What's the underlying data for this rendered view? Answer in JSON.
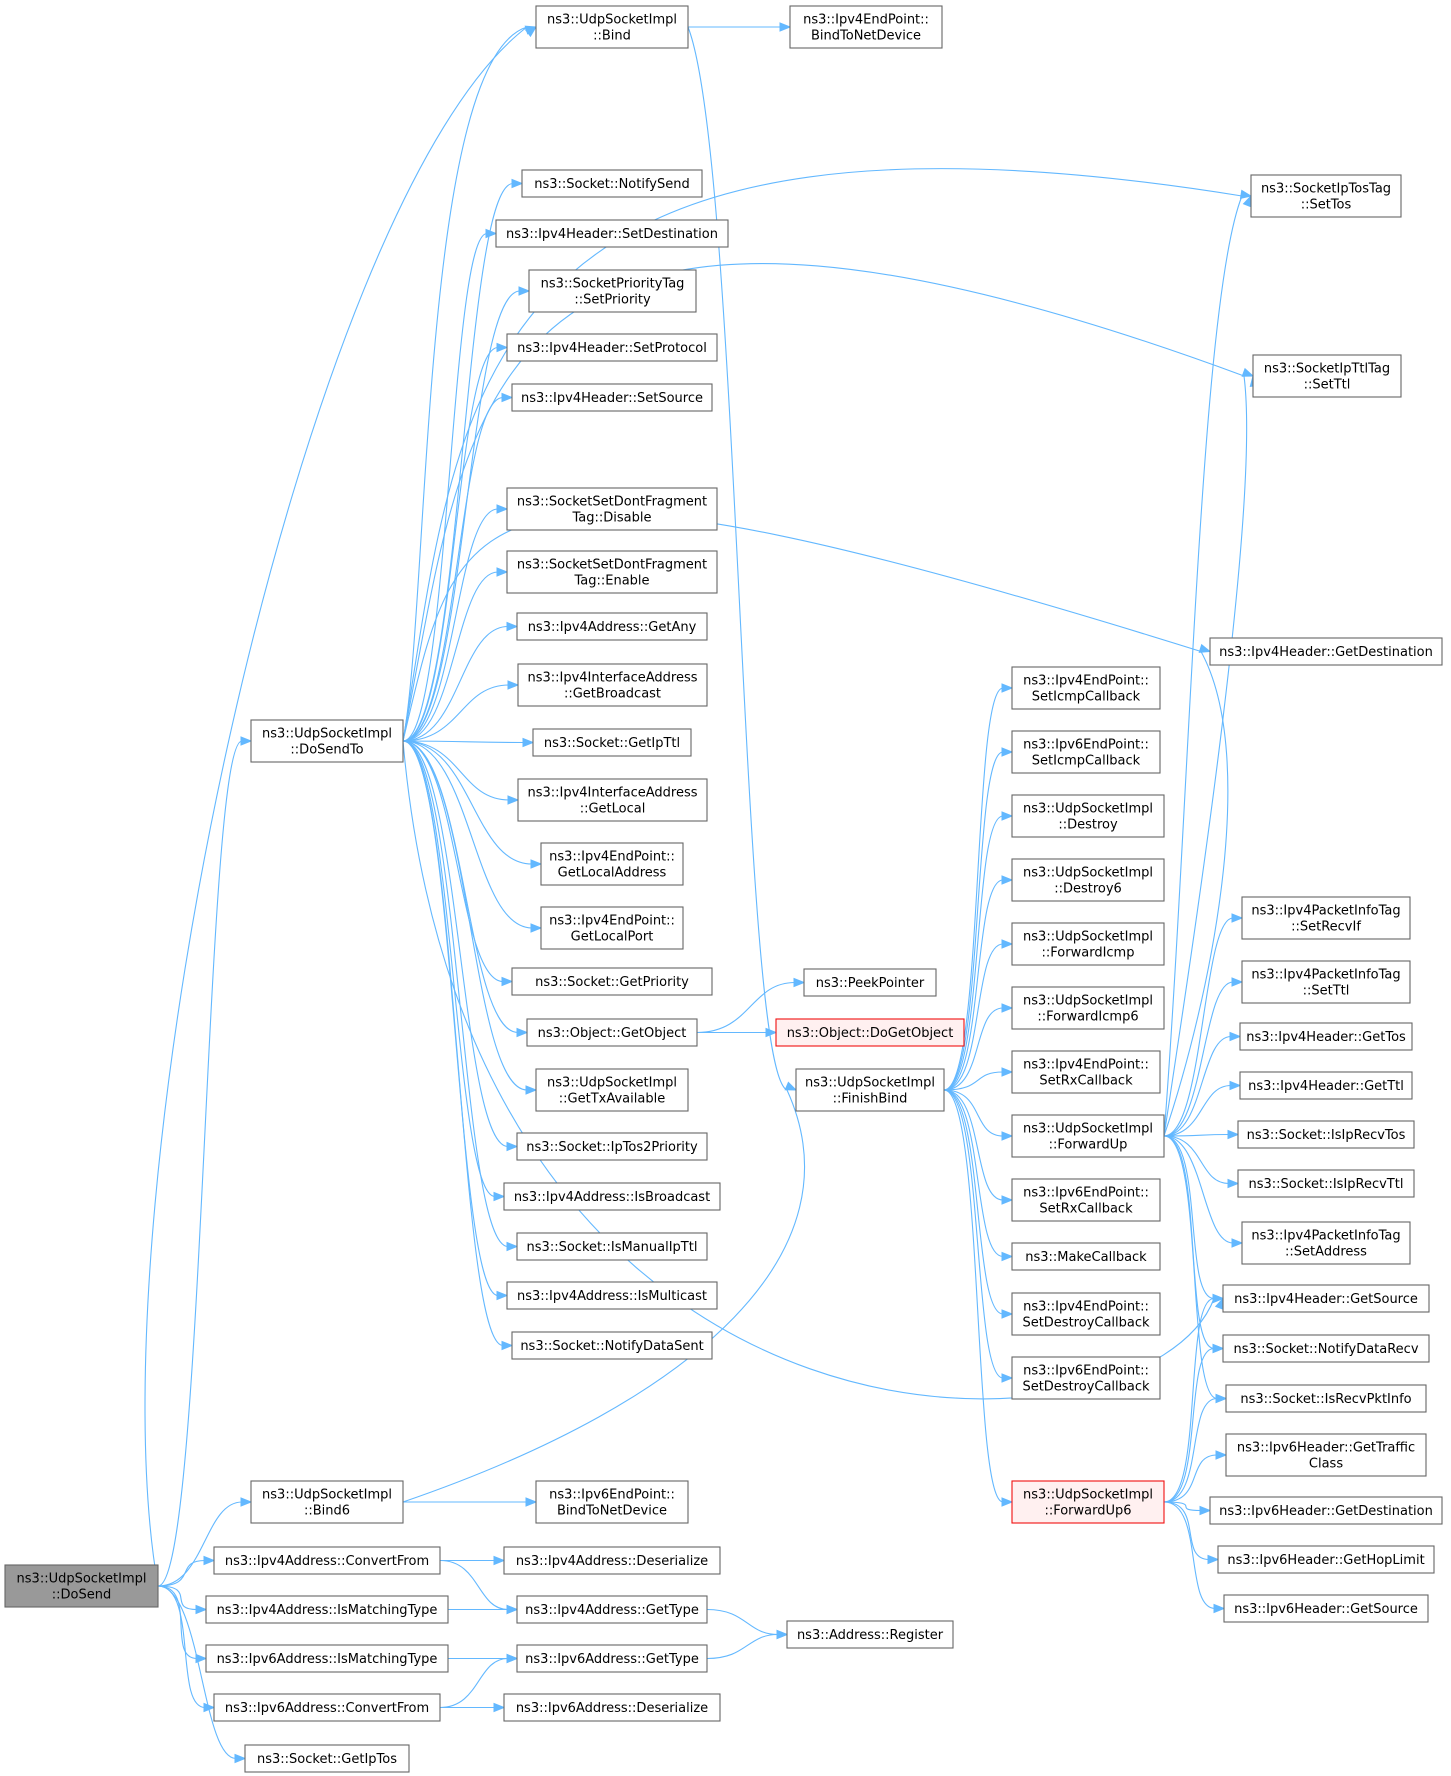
{
  "colors": {
    "edge": "#63b8ff",
    "node_border": "#666666",
    "highlight_red": "#f01010",
    "root_fill": "#999999"
  },
  "nodes": {
    "dosend": [
      "ns3::UdpSocketImpl",
      "::DoSend"
    ],
    "bind": [
      "ns3::UdpSocketImpl",
      "::Bind"
    ],
    "ep4_bindtonetdev": [
      "ns3::Ipv4EndPoint::",
      "BindToNetDevice"
    ],
    "dosendto": [
      "ns3::UdpSocketImpl",
      "::DoSendTo"
    ],
    "notifysend": [
      "ns3::Socket::NotifySend"
    ],
    "ipv4h_setdest": [
      "ns3::Ipv4Header::SetDestination"
    ],
    "sockprio_setprio": [
      "ns3::SocketPriorityTag",
      "::SetPriority"
    ],
    "ipv4h_setproto": [
      "ns3::Ipv4Header::SetProtocol"
    ],
    "ipv4h_setsrc": [
      "ns3::Ipv4Header::SetSource"
    ],
    "dontfrag_disable": [
      "ns3::SocketSetDontFragment",
      "Tag::Disable"
    ],
    "dontfrag_enable": [
      "ns3::SocketSetDontFragment",
      "Tag::Enable"
    ],
    "ipv4a_getany": [
      "ns3::Ipv4Address::GetAny"
    ],
    "ifaddr_getbcast": [
      "ns3::Ipv4InterfaceAddress",
      "::GetBroadcast"
    ],
    "sock_getipttl": [
      "ns3::Socket::GetIpTtl"
    ],
    "ifaddr_getlocal": [
      "ns3::Ipv4InterfaceAddress",
      "::GetLocal"
    ],
    "ep4_getlocaladdr": [
      "ns3::Ipv4EndPoint::",
      "GetLocalAddress"
    ],
    "ep4_getlocalport": [
      "ns3::Ipv4EndPoint::",
      "GetLocalPort"
    ],
    "sock_getprio": [
      "ns3::Socket::GetPriority"
    ],
    "obj_getobject": [
      "ns3::Object::GetObject"
    ],
    "udp_gettxavail": [
      "ns3::UdpSocketImpl",
      "::GetTxAvailable"
    ],
    "sock_iptos2prio": [
      "ns3::Socket::IpTos2Priority"
    ],
    "ipv4a_isbcast": [
      "ns3::Ipv4Address::IsBroadcast"
    ],
    "sock_ismanualttl": [
      "ns3::Socket::IsManualIpTtl"
    ],
    "ipv4a_ismcast": [
      "ns3::Ipv4Address::IsMulticast"
    ],
    "sock_notifydatasent": [
      "ns3::Socket::NotifyDataSent"
    ],
    "bind6": [
      "ns3::UdpSocketImpl",
      "::Bind6"
    ],
    "ep6_bindtonetdev": [
      "ns3::Ipv6EndPoint::",
      "BindToNetDevice"
    ],
    "ipv4a_convertfrom": [
      "ns3::Ipv4Address::ConvertFrom"
    ],
    "ipv4a_deser": [
      "ns3::Ipv4Address::Deserialize"
    ],
    "ipv4a_ismatch": [
      "ns3::Ipv4Address::IsMatchingType"
    ],
    "ipv4a_gettype": [
      "ns3::Ipv4Address::GetType"
    ],
    "addr_register": [
      "ns3::Address::Register"
    ],
    "ipv6a_ismatch": [
      "ns3::Ipv6Address::IsMatchingType"
    ],
    "ipv6a_gettype": [
      "ns3::Ipv6Address::GetType"
    ],
    "ipv6a_convertfrom": [
      "ns3::Ipv6Address::ConvertFrom"
    ],
    "ipv6a_deser": [
      "ns3::Ipv6Address::Deserialize"
    ],
    "sock_getiptos": [
      "ns3::Socket::GetIpTos"
    ],
    "peekpointer": [
      "ns3::PeekPointer"
    ],
    "obj_dogetobject": [
      "ns3::Object::DoGetObject"
    ],
    "finishbind": [
      "ns3::UdpSocketImpl",
      "::FinishBind"
    ],
    "ep4_seticmp": [
      "ns3::Ipv4EndPoint::",
      "SetIcmpCallback"
    ],
    "ep6_seticmp": [
      "ns3::Ipv6EndPoint::",
      "SetIcmpCallback"
    ],
    "udp_destroy": [
      "ns3::UdpSocketImpl",
      "::Destroy"
    ],
    "udp_destroy6": [
      "ns3::UdpSocketImpl",
      "::Destroy6"
    ],
    "udp_fwdicmp": [
      "ns3::UdpSocketImpl",
      "::ForwardIcmp"
    ],
    "udp_fwdicmp6": [
      "ns3::UdpSocketImpl",
      "::ForwardIcmp6"
    ],
    "ep4_setrx": [
      "ns3::Ipv4EndPoint::",
      "SetRxCallback"
    ],
    "udp_forwardup": [
      "ns3::UdpSocketImpl",
      "::ForwardUp"
    ],
    "ep6_setrx": [
      "ns3::Ipv6EndPoint::",
      "SetRxCallback"
    ],
    "makecallback": [
      "ns3::MakeCallback"
    ],
    "ep4_setdestroy": [
      "ns3::Ipv4EndPoint::",
      "SetDestroyCallback"
    ],
    "ep6_setdestroy": [
      "ns3::Ipv6EndPoint::",
      "SetDestroyCallback"
    ],
    "udp_forwardup6": [
      "ns3::UdpSocketImpl",
      "::ForwardUp6"
    ],
    "iptostag_settos": [
      "ns3::SocketIpTosTag",
      "::SetTos"
    ],
    "ipttltag_setttl": [
      "ns3::SocketIpTtlTag",
      "::SetTtl"
    ],
    "ipv4h_getdest": [
      "ns3::Ipv4Header::GetDestination"
    ],
    "pkt4_setrecvif": [
      "ns3::Ipv4PacketInfoTag",
      "::SetRecvIf"
    ],
    "pkt4_setttl": [
      "ns3::Ipv4PacketInfoTag",
      "::SetTtl"
    ],
    "ipv4h_gettos": [
      "ns3::Ipv4Header::GetTos"
    ],
    "ipv4h_getttl": [
      "ns3::Ipv4Header::GetTtl"
    ],
    "sock_isiprecvtos": [
      "ns3::Socket::IsIpRecvTos"
    ],
    "sock_isiprecvttl": [
      "ns3::Socket::IsIpRecvTtl"
    ],
    "pkt4_setaddr": [
      "ns3::Ipv4PacketInfoTag",
      "::SetAddress"
    ],
    "ipv4h_getsrc": [
      "ns3::Ipv4Header::GetSource"
    ],
    "sock_notifydatarecv": [
      "ns3::Socket::NotifyDataRecv"
    ],
    "sock_isrecvpktinfo": [
      "ns3::Socket::IsRecvPktInfo"
    ],
    "ipv6h_gettraffic": [
      "ns3::Ipv6Header::GetTraffic",
      "Class"
    ],
    "ipv6h_getdest": [
      "ns3::Ipv6Header::GetDestination"
    ],
    "ipv6h_gethop": [
      "ns3::Ipv6Header::GetHopLimit"
    ],
    "ipv6h_getsrc": [
      "ns3::Ipv6Header::GetSource"
    ]
  }
}
